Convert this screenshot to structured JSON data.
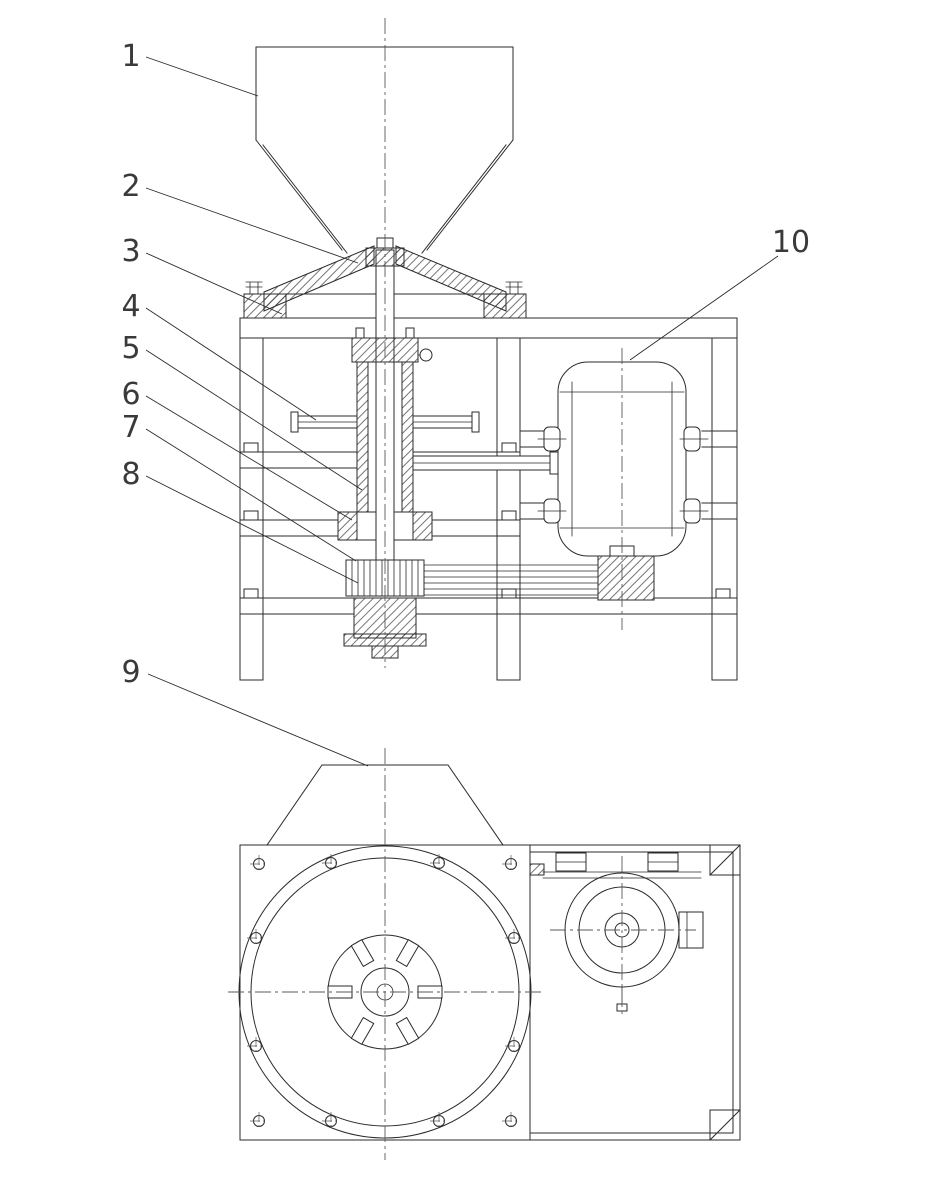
{
  "drawing": {
    "background": "#ffffff",
    "line_color": "#2b2b2b",
    "centerline_color": "#5a5a5a",
    "part_labels": [
      {
        "num": "1"
      },
      {
        "num": "2"
      },
      {
        "num": "3"
      },
      {
        "num": "4"
      },
      {
        "num": "5"
      },
      {
        "num": "6"
      },
      {
        "num": "7"
      },
      {
        "num": "8"
      },
      {
        "num": "9"
      },
      {
        "num": "10"
      }
    ]
  }
}
